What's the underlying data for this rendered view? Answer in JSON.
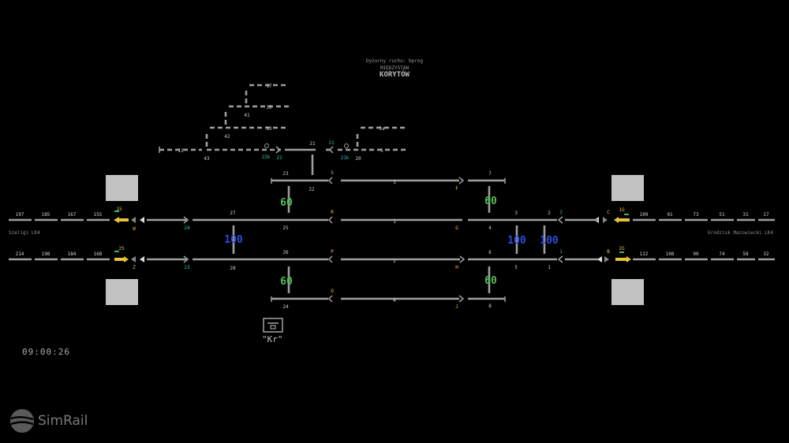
{
  "header": {
    "dispatcher": "Dyżurny ruchu: bprog",
    "station_small": "MIĘDZYSTAN",
    "station": "KORYTÓW"
  },
  "clock": "09:00:26",
  "kr_label": "\"Kr\"",
  "logo": "SimRail",
  "directions": {
    "left": "Szeligi LK4",
    "right": "Grodzisk Mazowiecki LK4"
  },
  "block_left_top": [
    "197",
    "185",
    "167",
    "155"
  ],
  "block_left_bottom": [
    "214",
    "198",
    "184",
    "168"
  ],
  "block_right_top": [
    "109",
    "91",
    "73",
    "51",
    "31",
    "17"
  ],
  "block_right_bottom": [
    "122",
    "108",
    "90",
    "74",
    "58",
    "32"
  ],
  "tracks": {
    "t1": "1",
    "t2": "2",
    "t3": "3",
    "t4": "4",
    "t5": "5",
    "t5a": "5a",
    "t11": "11",
    "t13": "13",
    "t15": "15",
    "t17": "17",
    "t21": "21"
  },
  "switches": {
    "s1": "1",
    "s2": "2",
    "s3": "3",
    "s4": "4",
    "s5": "5",
    "s6": "6",
    "s7": "7",
    "s8": "8",
    "s20": "20",
    "s22": "22",
    "s23": "23",
    "s24": "24",
    "s25": "25",
    "s26": "26",
    "s27": "27",
    "s28": "28",
    "s41": "41",
    "s42": "42",
    "s43": "43"
  },
  "signals": {
    "S": "S",
    "R": "R",
    "P": "P",
    "O": "O",
    "F": "F",
    "G": "G",
    "H": "H",
    "J": "J",
    "C": "C",
    "B": "B",
    "W": "W",
    "Z": "Z",
    "1S": "1S",
    "2S": "2S",
    "1G": "1G",
    "2G": "2G",
    "s21": "21",
    "s21k": "21k",
    "s22": "22",
    "s22k": "22k",
    "s24": "24",
    "s23": "23",
    "s1": "1",
    "s2": "2"
  },
  "speeds": {
    "green": "60",
    "blue": "100"
  },
  "colors": {
    "track": "#9e9e9e",
    "signal_yellow": "#e6c23a",
    "speed_green": "#52c05a",
    "speed_blue": "#2d4fd8",
    "label_cyan": "#2bc3b8",
    "box": "#c2c2c2"
  }
}
